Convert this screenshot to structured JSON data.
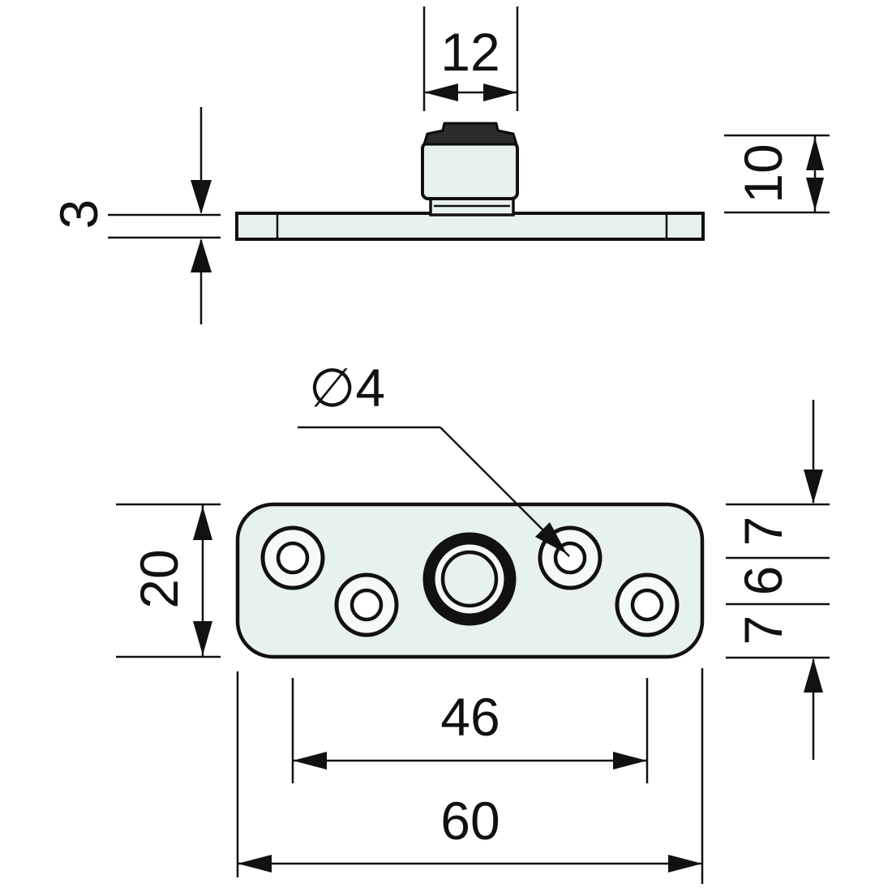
{
  "drawing": {
    "side_view": {
      "boss_width": "12",
      "boss_height": "10",
      "plate_thickness": "3"
    },
    "plan_view": {
      "plate_depth": "20",
      "hole_diameter": "∅4",
      "margin_top": "7",
      "row_offset": "6",
      "margin_bottom": "7",
      "hole_pitch": "46",
      "plate_width": "60"
    },
    "colors": {
      "part_fill": "#e7f1ef",
      "hole_ring_fill": "#f3faf9",
      "hole_inner_fill": "#ffffff",
      "line": "#111111",
      "cap_fill": "#2b2b2b",
      "background": "#ffffff"
    }
  }
}
